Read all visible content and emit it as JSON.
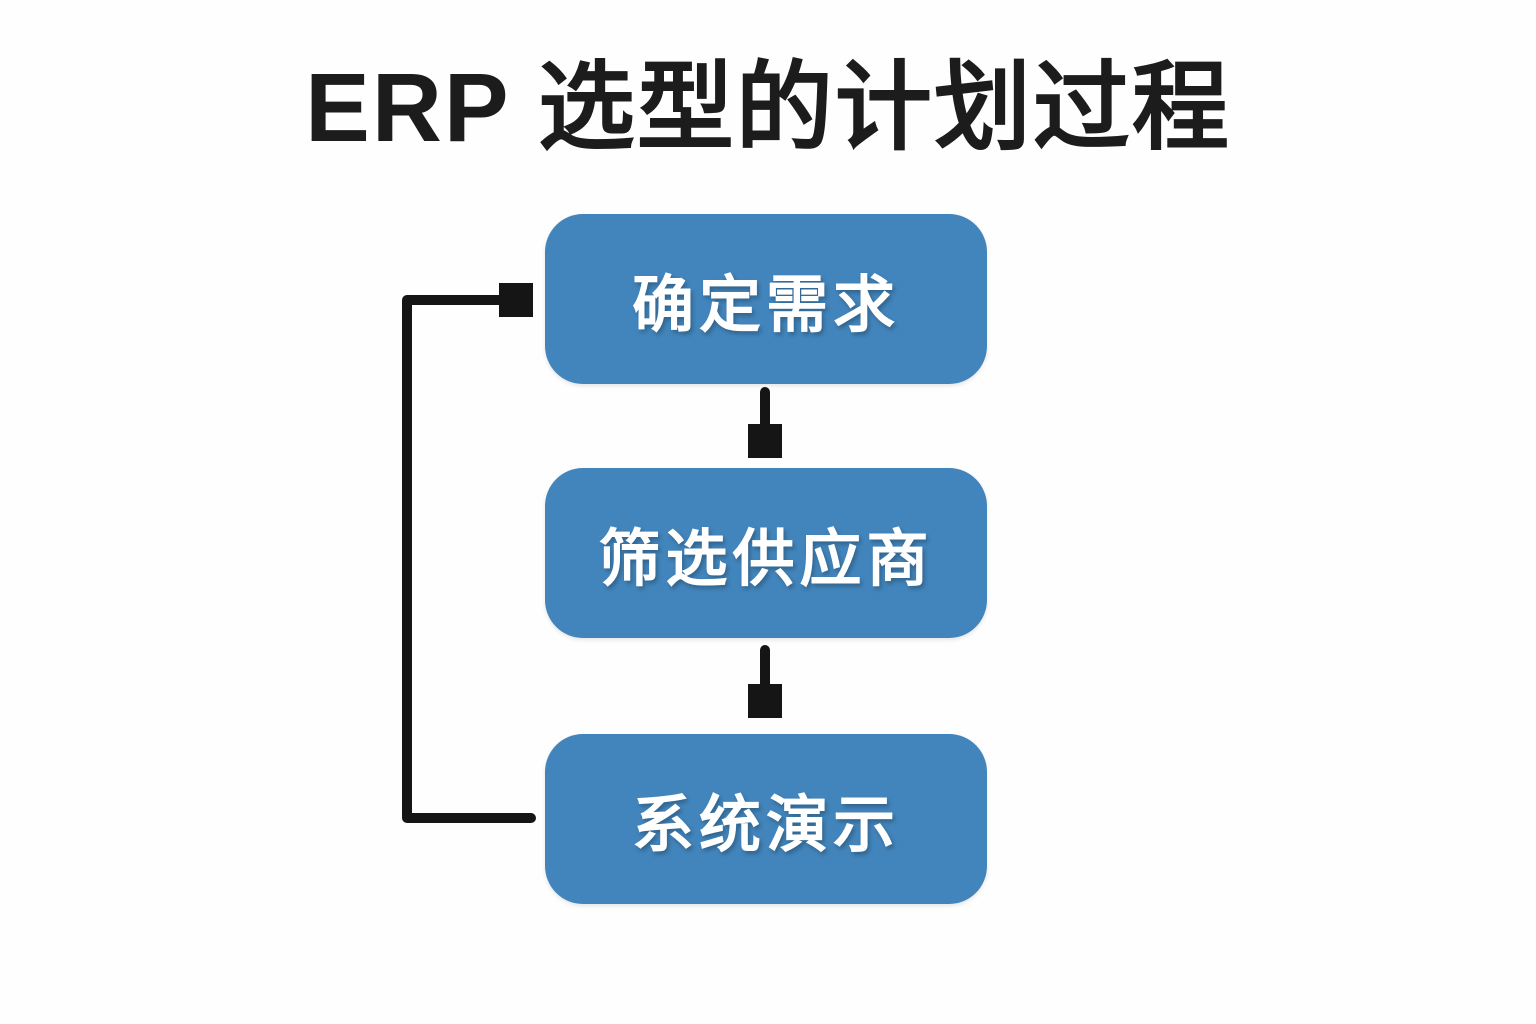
{
  "title": "ERP 选型的计划过程",
  "colors": {
    "background": "#fefefe",
    "box_fill": "#4285BC",
    "box_text": "#ffffff",
    "line": "#151515",
    "title_text": "#1c1c1c"
  },
  "flowchart": {
    "type": "flowchart",
    "direction": "top-down",
    "nodes": [
      {
        "id": "step-1",
        "label": "确定需求"
      },
      {
        "id": "step-2",
        "label": "筛选供应商"
      },
      {
        "id": "step-3",
        "label": "系统演示"
      }
    ],
    "edges": [
      {
        "from": "step-1",
        "to": "step-2",
        "style": "straight-arrow"
      },
      {
        "from": "step-2",
        "to": "step-3",
        "style": "straight-arrow"
      },
      {
        "from": "step-3",
        "to": "step-1",
        "style": "feedback-loop-left-side-arrow"
      }
    ]
  }
}
